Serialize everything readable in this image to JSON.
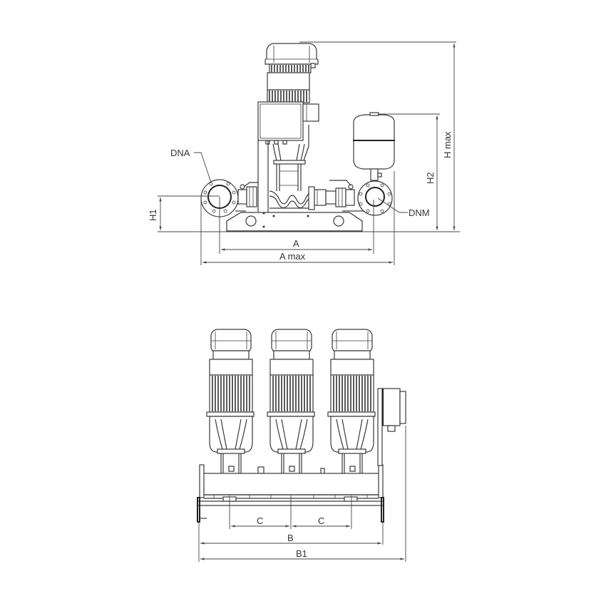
{
  "diagram": {
    "type": "technical-drawing",
    "subject": "booster pump set dimensional drawing",
    "views": [
      {
        "id": "side-view",
        "name": "Side elevation (single pump with pressure vessel)",
        "labels": {
          "suction_flange": "DNA",
          "discharge_flange": "DNM",
          "height_inlet": "H1",
          "height_vessel": "H2",
          "height_max": "H max",
          "length_flanges": "A",
          "length_max": "A max"
        }
      },
      {
        "id": "front-view",
        "name": "Front elevation (three pumps with control panel)",
        "pump_count": 3,
        "labels": {
          "pump_spacing_1": "C",
          "pump_spacing_2": "C",
          "base_width": "B",
          "width_max": "B1"
        }
      }
    ],
    "colors": {
      "line": "#3a3a3a",
      "background": "#ffffff"
    }
  }
}
